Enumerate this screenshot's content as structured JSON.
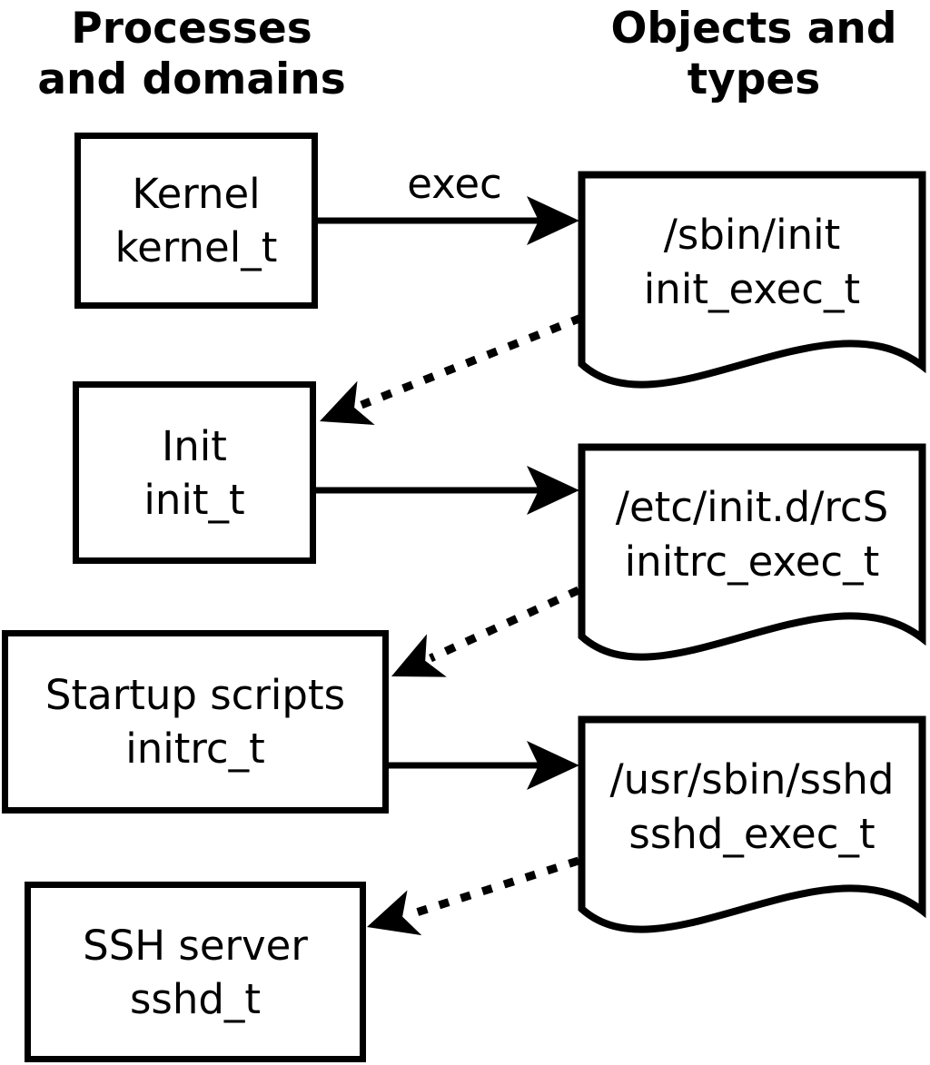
{
  "headers": {
    "left": "Processes\nand domains",
    "right": "Objects and\ntypes"
  },
  "process_boxes": [
    {
      "name": "Kernel",
      "type": "kernel_t"
    },
    {
      "name": "Init",
      "type": "init_t"
    },
    {
      "name": "Startup scripts",
      "type": "initrc_t"
    },
    {
      "name": "SSH server",
      "type": "sshd_t"
    }
  ],
  "object_docs": [
    {
      "path": "/sbin/init",
      "type": "init_exec_t"
    },
    {
      "path": "/etc/init.d/rcS",
      "type": "initrc_exec_t"
    },
    {
      "path": "/usr/sbin/sshd",
      "type": "sshd_exec_t"
    }
  ],
  "arrows": {
    "exec_label": "exec"
  },
  "colors": {
    "ink": "#000000",
    "background": "#ffffff"
  }
}
